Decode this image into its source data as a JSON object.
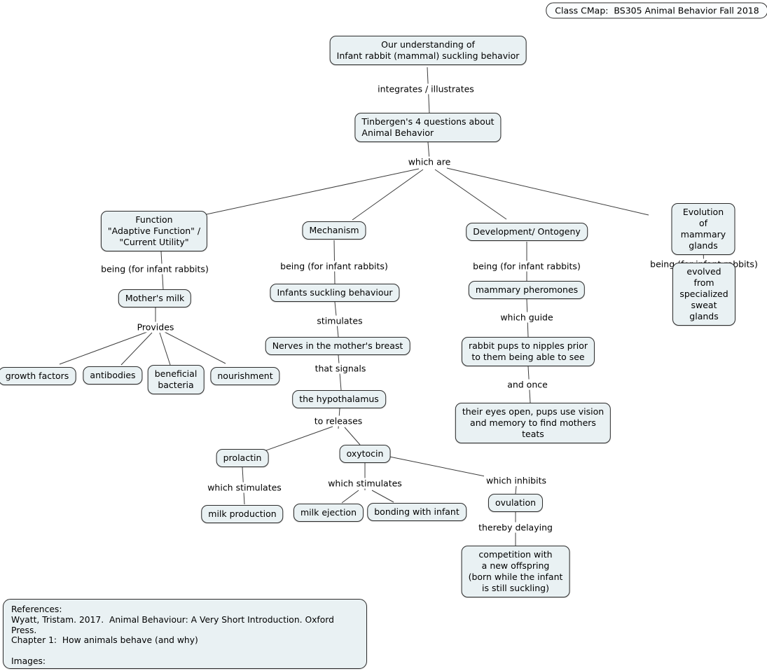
{
  "header": {
    "title": "Class CMap:  BS305 Animal Behavior Fall 2018"
  },
  "map": {
    "nodes": {
      "our_understanding": "Our understanding of\nInfant rabbit (mammal) suckling behavior",
      "tinbergen": "Tinbergen's 4 questions about\nAnimal Behavior",
      "function": "Function\n\"Adaptive Function\" /\n\"Current Utility\"",
      "mothers_milk": "Mother's milk",
      "growth_factors": "growth factors",
      "antibodies": "antibodies",
      "beneficial_bacteria": "beneficial\nbacteria",
      "nourishment": "nourishment",
      "mechanism": "Mechanism",
      "infants_suckling": "Infants suckling behaviour",
      "nerves": "Nerves in the mother's breast",
      "hypothalamus": "the hypothalamus",
      "prolactin": "prolactin",
      "oxytocin": "oxytocin",
      "milk_production": "milk production",
      "milk_ejection": "milk ejection",
      "bonding": "bonding with infant",
      "ovulation": "ovulation",
      "competition": "competition with\na new offspring\n(born while the infant\nis still suckling)",
      "development": "Development/ Ontogeny",
      "mammary_pheromones": "mammary pheromones",
      "rabbit_pups": "rabbit pups to nipples prior\nto them being able to see",
      "their_eyes": "their eyes open, pups use vision\nand memory to find mothers\nteats",
      "evolution": "Evolution of mammary\nglands",
      "evolved_from": "evolved from\nspecialized sweat glands"
    },
    "links": {
      "integrates": "integrates / illustrates",
      "which_are": "which are",
      "being_function": "being (for infant rabbits)",
      "provides": "Provides",
      "being_mechanism": "being (for infant rabbits)",
      "stimulates": "stimulates",
      "that_signals": "that signals",
      "to_releases": "to releases",
      "which_stimulates_prolactin": "which stimulates",
      "which_stimulates_oxytocin": "which stimulates",
      "which_inhibits": "which inhibits",
      "thereby_delaying": "thereby delaying",
      "being_development": "being (for infant rabbits)",
      "which_guide": "which guide",
      "and_once": "and once",
      "being_evolution": "being (for infant rabbits)"
    }
  },
  "references": {
    "text": "References:\nWyatt, Tristam. 2017.  Animal Behaviour: A Very Short Introduction. Oxford Press.\nChapter 1:  How animals behave (and why)\n\nImages:"
  },
  "colors": {
    "node_fill": "#e9f1f3",
    "node_border": "#2b2b2b",
    "line_color": "#3c3c3c",
    "title_fill": "#fbfdfe",
    "canvas_bg": "#ffffff"
  }
}
